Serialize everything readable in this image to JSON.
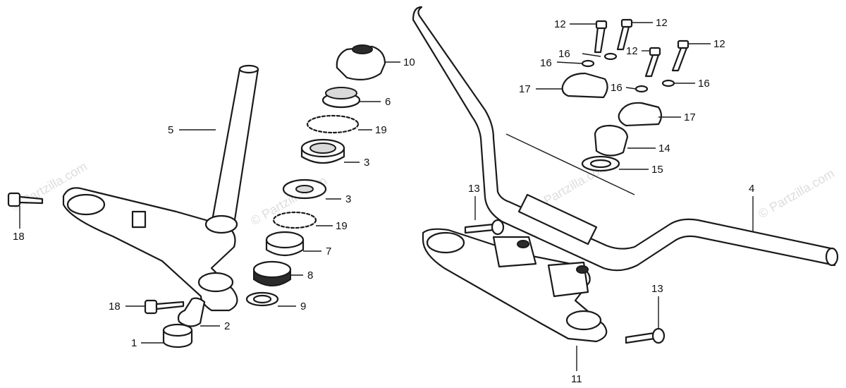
{
  "watermark": "© Partzilla.com",
  "callouts": {
    "c1": "1",
    "c2": "2",
    "c3a": "3",
    "c3b": "3",
    "c4": "4",
    "c5": "5",
    "c6": "6",
    "c7": "7",
    "c8": "8",
    "c9": "9",
    "c10": "10",
    "c11": "11",
    "c12a": "12",
    "c12b": "12",
    "c12c": "12",
    "c12d": "12",
    "c13a": "13",
    "c13b": "13",
    "c14": "14",
    "c15": "15",
    "c16a": "16",
    "c16b": "16",
    "c16c": "16",
    "c16d": "16",
    "c17a": "17",
    "c17b": "17",
    "c18a": "18",
    "c18b": "18",
    "c19a": "19",
    "c19b": "19"
  }
}
